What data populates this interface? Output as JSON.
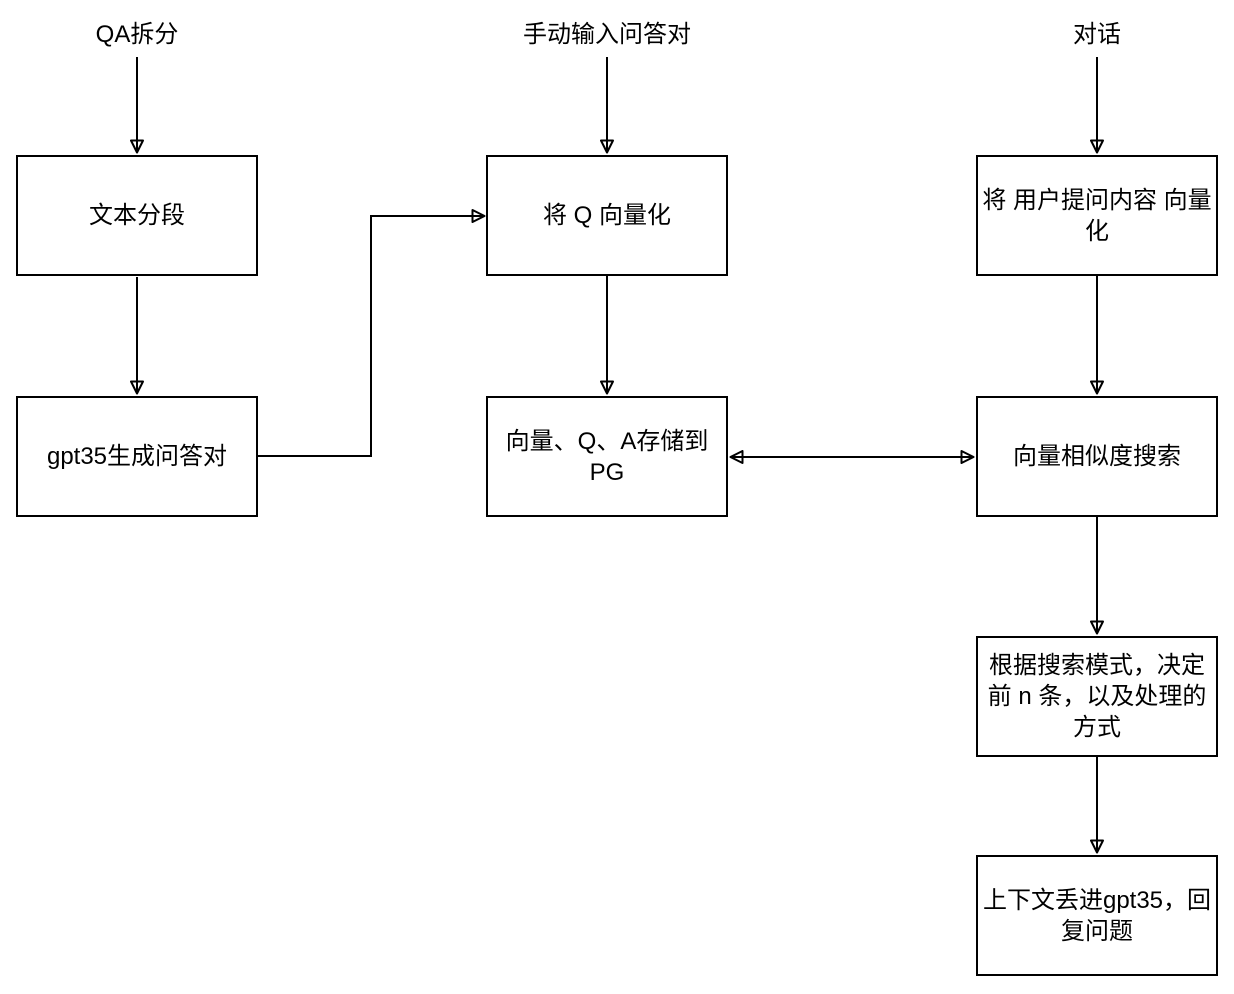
{
  "canvas": {
    "background": "#ffffff",
    "line_color": "#000000",
    "text_color": "#000000"
  },
  "diagram": {
    "type": "flowchart",
    "entries": [
      {
        "id": "qa-split",
        "label": "QA拆分"
      },
      {
        "id": "manual-qa",
        "label": "手动输入问答对"
      },
      {
        "id": "dialogue",
        "label": "对话"
      }
    ],
    "nodes": [
      {
        "id": "text-segmentation",
        "label": "文本分段"
      },
      {
        "id": "gpt35-generate-qa",
        "label": "gpt35生成问答对"
      },
      {
        "id": "vectorize-q",
        "label": "将 Q 向量化"
      },
      {
        "id": "store-to-pg",
        "label": "向量、Q、A存储到 PG"
      },
      {
        "id": "vectorize-user-question",
        "label": "将 用户提问内容 向量化"
      },
      {
        "id": "vector-similarity-search",
        "label": "向量相似度搜索"
      },
      {
        "id": "search-mode-decision",
        "label": "根据搜索模式，决定前 n 条，以及处理的方式"
      },
      {
        "id": "gpt35-reply",
        "label": "上下文丢进gpt35，回复问题"
      }
    ],
    "edges": [
      {
        "from": "qa-split",
        "to": "text-segmentation",
        "arrow": "single"
      },
      {
        "from": "text-segmentation",
        "to": "gpt35-generate-qa",
        "arrow": "single"
      },
      {
        "from": "manual-qa",
        "to": "vectorize-q",
        "arrow": "single"
      },
      {
        "from": "gpt35-generate-qa",
        "to": "vectorize-q",
        "arrow": "single-elbow"
      },
      {
        "from": "vectorize-q",
        "to": "store-to-pg",
        "arrow": "single"
      },
      {
        "from": "dialogue",
        "to": "vectorize-user-question",
        "arrow": "single"
      },
      {
        "from": "vectorize-user-question",
        "to": "vector-similarity-search",
        "arrow": "single"
      },
      {
        "from": "store-to-pg",
        "to": "vector-similarity-search",
        "arrow": "double"
      },
      {
        "from": "vector-similarity-search",
        "to": "search-mode-decision",
        "arrow": "single"
      },
      {
        "from": "search-mode-decision",
        "to": "gpt35-reply",
        "arrow": "single"
      }
    ]
  }
}
